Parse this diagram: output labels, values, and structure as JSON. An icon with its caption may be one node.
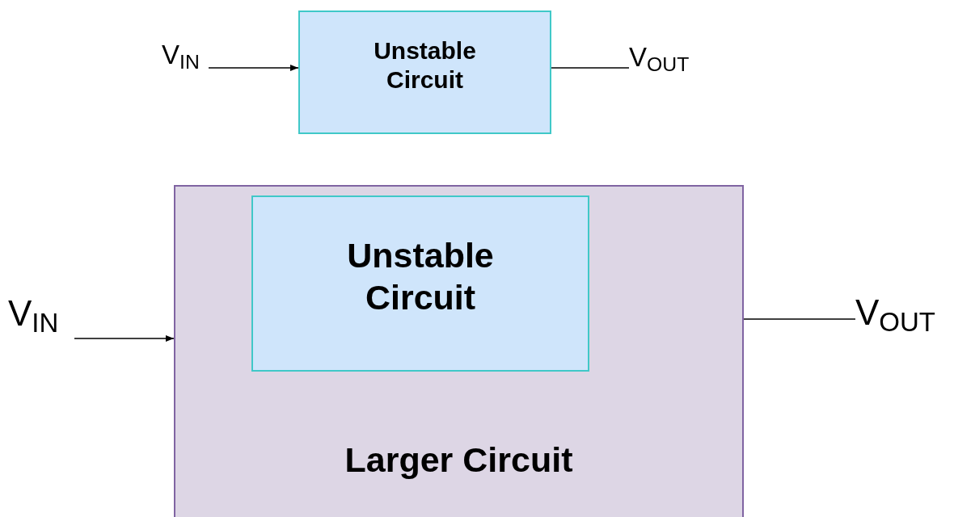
{
  "diagram": {
    "nodes": [
      {
        "text": [
          "V$_{IN}$"
        ]
      },
      {
        "text": [
          "Unstable Circuit"
        ]
      },
      {
        "text": [
          "V$_{OUT}$"
        ]
      },
      {
        "text": [
          "V$_{IN}$"
        ]
      },
      {
        "text": [
          "Larger Circuit"
        ]
      },
      {
        "text": [
          "Unstable Circuit"
        ],
        "in": 4
      },
      {
        "text": [
          "V$_{OUT}$"
        ]
      }
    ],
    "edges": [
      {
        "from": 0,
        "to": 1,
        "arrow": "to"
      },
      {
        "from": 1,
        "to": 2,
        "arrow": "none"
      },
      {
        "from": 3,
        "to": 4,
        "arrow": "to"
      },
      {
        "from": 4,
        "to": 6,
        "arrow": "none"
      }
    ]
  }
}
